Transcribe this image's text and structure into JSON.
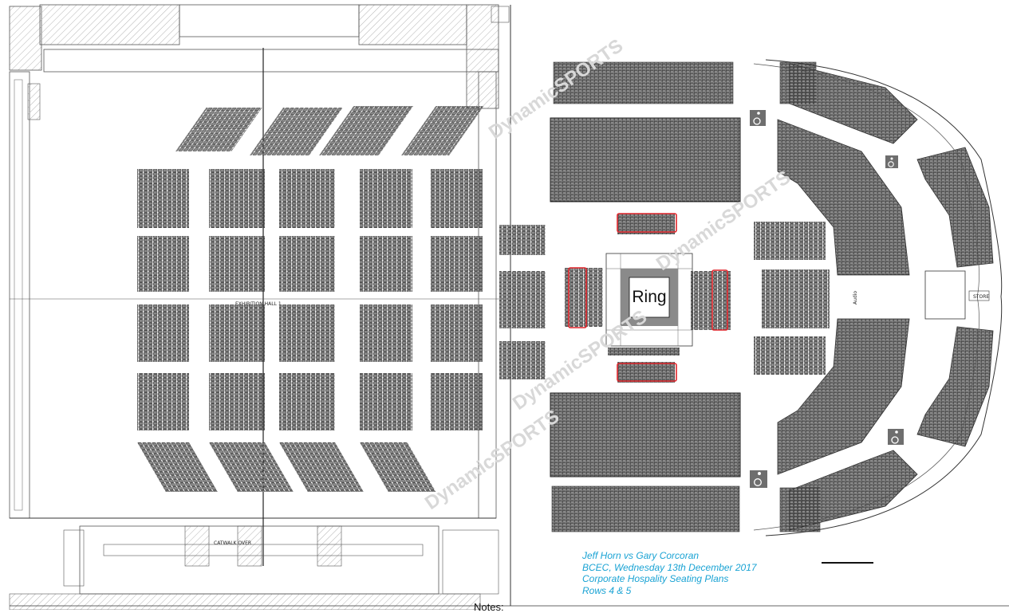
{
  "ring_label": "Ring",
  "hall_label": "EXHIBITION HALL 1",
  "catwalk_label": "CATWALK OVER",
  "audio_label": "Audio",
  "store_label": "STORE",
  "watermark_text": "DynamicSPORTS",
  "notes_label": "Notes:",
  "caption": {
    "line1": "Jeff Horn vs Gary Corcoran",
    "line2": "BCEC, Wednesday 13th December 2017",
    "line3": "Corporate Hospality Seating Plans",
    "line4": "Rows 4 & 5"
  },
  "colors": {
    "seat_fill": "#888888",
    "seat_stroke": "#222222",
    "highlight": "#e0242a",
    "ring": "#8a8a8a",
    "caption": "#1aa3d4",
    "watermark": "#d6d6d6",
    "hatch": "#b0b0b0"
  },
  "icons": [
    "wheelchair-icon"
  ]
}
